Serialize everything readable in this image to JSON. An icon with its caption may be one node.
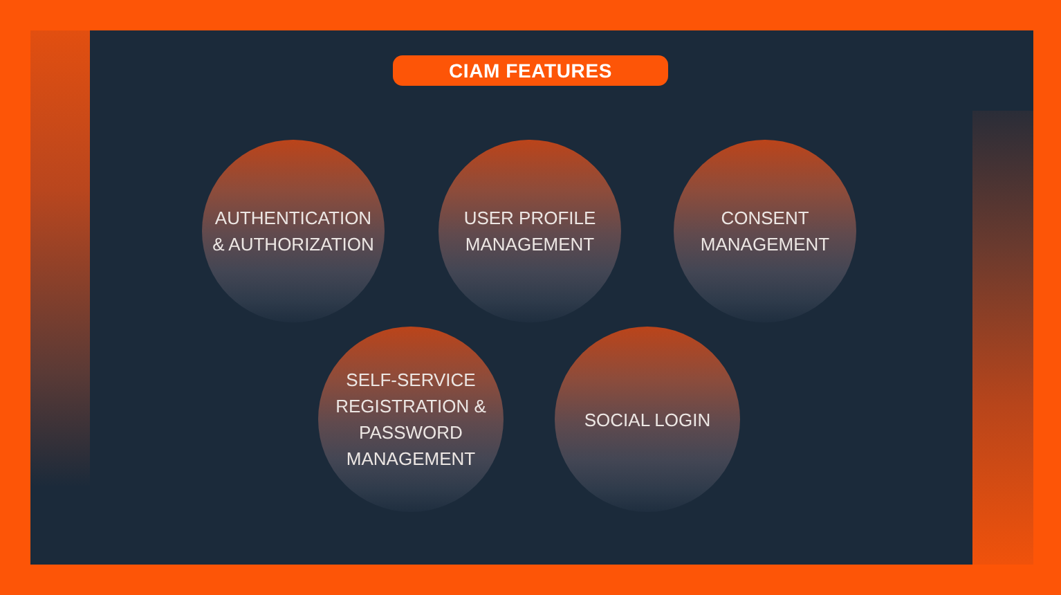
{
  "diagram": {
    "title": "CIAM FEATURES",
    "nodes": [
      {
        "text": [
          "AUTHENTICATION & AUTHORIZATION"
        ]
      },
      {
        "text": [
          "USER PROFILE MANAGEMENT"
        ]
      },
      {
        "text": [
          "CONSENT MANAGEMENT"
        ]
      },
      {
        "text": [
          "SELF-SERVICE REGISTRATION & PASSWORD MANAGEMENT"
        ]
      },
      {
        "text": [
          "SOCIAL LOGIN"
        ]
      }
    ]
  }
}
